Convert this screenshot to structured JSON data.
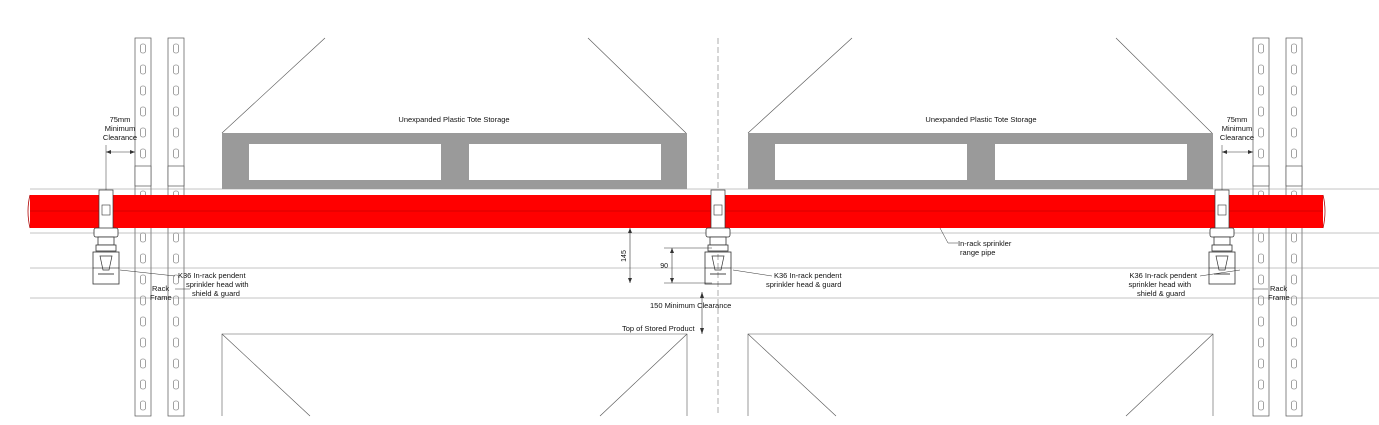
{
  "labels": {
    "tote_left": "Unexpanded Plastic Tote Storage",
    "tote_right": "Unexpanded Plastic Tote Storage",
    "clearance_left": [
      "75mm",
      "Minimum",
      "Clearance"
    ],
    "clearance_right": [
      "75mm",
      "Minimum",
      "Clearance"
    ],
    "sprinkler_left": [
      "K36 In-rack pendent",
      "sprinkler head with",
      "shield & guard"
    ],
    "sprinkler_center": [
      "K36 In-rack pendent",
      "sprinkler head & guard"
    ],
    "sprinkler_right": [
      "K36 In-rack pendent",
      "sprinkler head with",
      "shield & guard"
    ],
    "range_pipe": [
      "In-rack sprinkler",
      "range pipe"
    ],
    "rack_frame_left": [
      "Rack",
      "Frame"
    ],
    "rack_frame_right": [
      "Rack",
      "Frame"
    ],
    "min_clearance": "150 Minimum Clearance",
    "top_of_product": "Top of Stored Product",
    "dim_145": "145",
    "dim_90": "90"
  },
  "colors": {
    "pipe": "#ff0000",
    "tote": "#9a9a9a",
    "line": "#555555"
  }
}
